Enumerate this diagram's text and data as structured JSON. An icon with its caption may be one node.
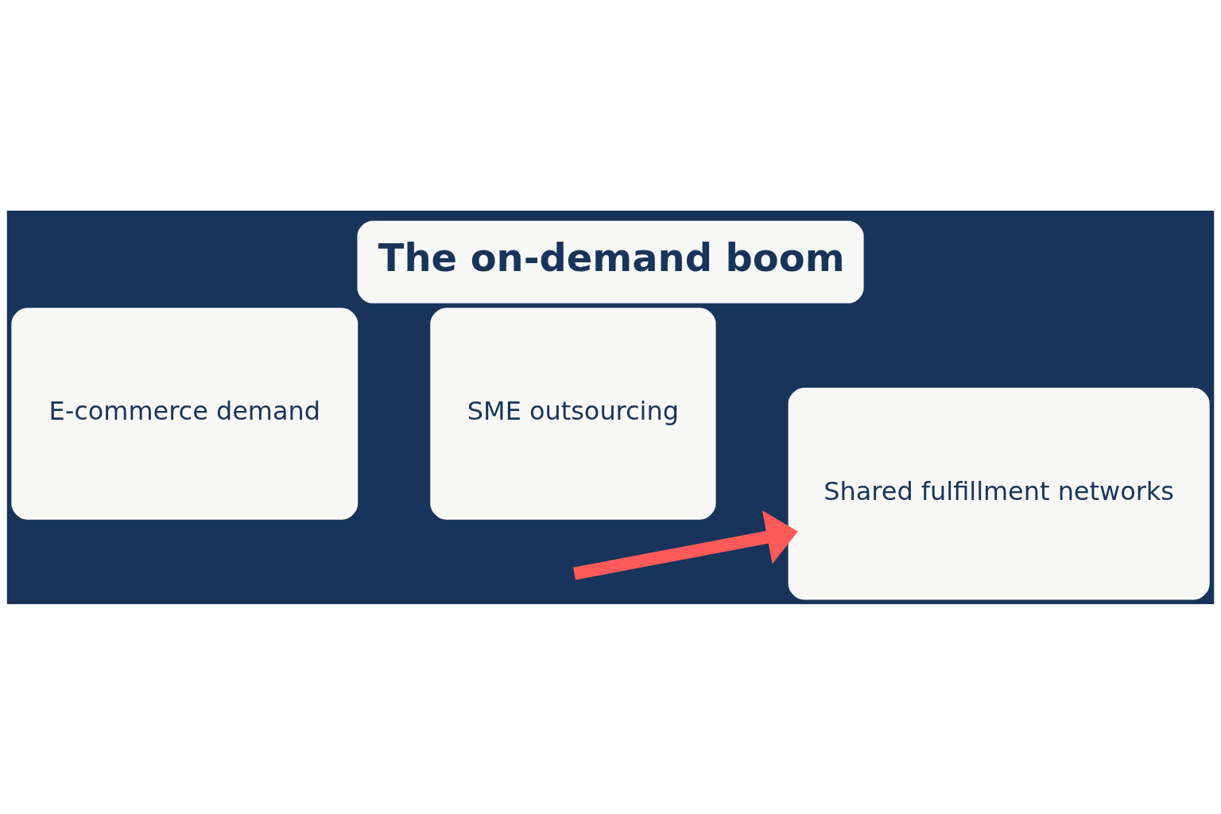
{
  "diagram": {
    "title": "The on-demand boom",
    "nodes": [
      {
        "text": [
          "E-commerce demand"
        ]
      },
      {
        "text": [
          "SME outsourcing"
        ]
      },
      {
        "text": [
          "Shared fulfillment networks"
        ]
      }
    ],
    "edges": [
      {
        "from": null,
        "to": 2,
        "arrow": "to",
        "color": "#ff5a5a"
      }
    ]
  }
}
